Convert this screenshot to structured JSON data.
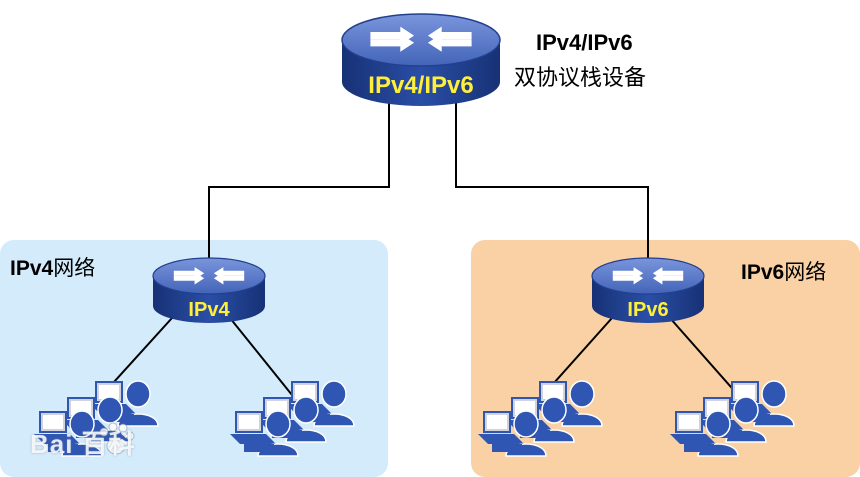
{
  "colors": {
    "ipv4_zone": "#d3ebfb",
    "ipv6_zone": "#fad1a5",
    "router_top": "#5a78c8",
    "router_side": "#1f3f8f",
    "router_label": "#ffef3a",
    "user_blue": "#2f56b3",
    "monitor_gray": "#d0d4da",
    "link": "#000000"
  },
  "core_router": {
    "label": "IPv4/IPv6",
    "caption_line1": "IPv4/IPv6",
    "caption_line2": "双协议栈设备"
  },
  "ipv4_network": {
    "title_bold": "IPv4",
    "title_rest": "网络",
    "router_label": "IPv4"
  },
  "ipv6_network": {
    "title_bold": "IPv6",
    "title_rest": "网络",
    "router_label": "IPv6"
  },
  "watermark": {
    "text": "Bai 百科",
    "icon": "paw-print-icon"
  },
  "icons": {
    "router": "router-icon",
    "workstation": "user-workstation-icon"
  }
}
